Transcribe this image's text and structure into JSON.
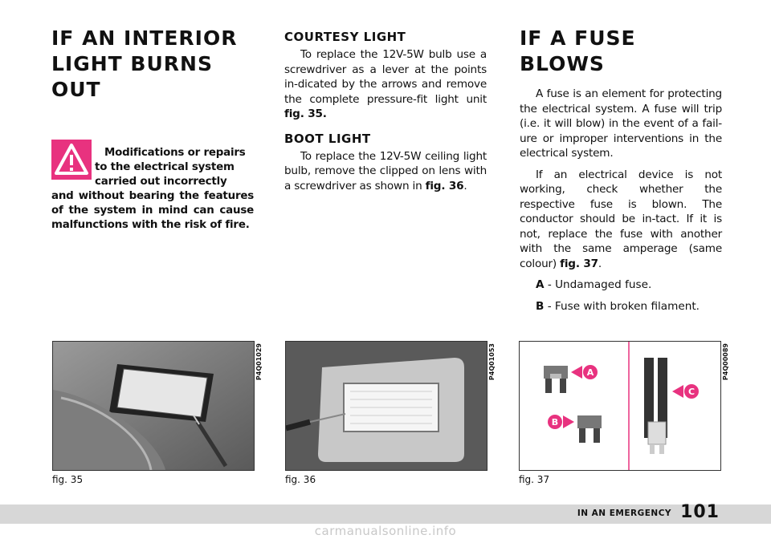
{
  "col1": {
    "heading_line1": "IF AN INTERIOR",
    "heading_line2": "LIGHT BURNS OUT",
    "warning_line1": "Modifications or repairs",
    "warning_line2": "to the electrical system",
    "warning_line3": "carried out incorrectly",
    "warning_rest": "and without bearing the features of the system in mind can cause malfunctions with the risk of fire."
  },
  "col2": {
    "courtesy_heading": "COURTESY LIGHT",
    "courtesy_text": "To replace the 12V-5W bulb use a screwdriver as a lever at the points in-dicated by the arrows and remove the complete pressure-fit light unit",
    "courtesy_ref": "fig. 35.",
    "boot_heading": "BOOT LIGHT",
    "boot_text": "To replace the 12V-5W ceiling light bulb, remove the clipped on lens with a screwdriver as shown in",
    "boot_ref": "fig. 36",
    "boot_end": "."
  },
  "col3": {
    "heading": "IF A FUSE BLOWS",
    "para1": "A fuse is an element for protecting the electrical system. A fuse will trip (i.e. it will blow) in the event of a fail-ure or improper interventions in the electrical system.",
    "para2": "If an electrical device is not working, check whether the respective fuse is blown. The conductor should be in-tact. If it is not, replace the fuse with another with the same amperage (same colour)",
    "para2_ref": "fig. 37",
    "para2_end": ".",
    "item_a_key": "A",
    "item_a_text": " - Undamaged fuse.",
    "item_b_key": "B",
    "item_b_text": " - Fuse with broken filament."
  },
  "figures": {
    "fig35_caption": "fig. 35",
    "fig35_code": "P4Q01029",
    "fig36_caption": "fig. 36",
    "fig36_code": "P4Q01053",
    "fig37_caption": "fig. 37",
    "fig37_code": "P4Q00089",
    "fig37_label_a": "A",
    "fig37_label_b": "B",
    "fig37_label_c": "C"
  },
  "footer": {
    "section": "IN AN EMERGENCY",
    "page": "101"
  },
  "watermark": "carmanualsonline.info",
  "colors": {
    "warning_pink": "#e8327f",
    "callout_pink": "#e8327f",
    "footer_bar": "#d7d7d7"
  }
}
